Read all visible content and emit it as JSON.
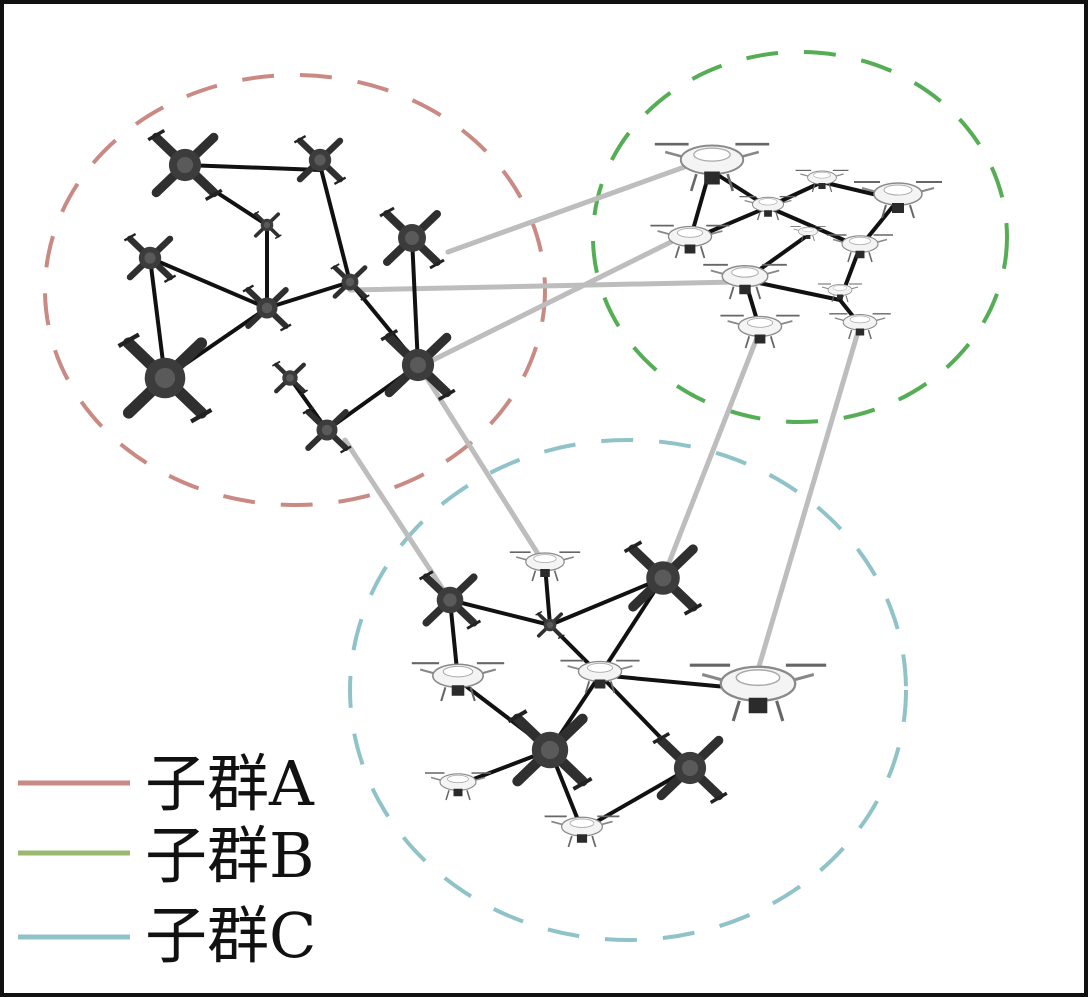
{
  "colors": {
    "subgroup_a": "#c98a84",
    "subgroup_b": "#55ad55",
    "subgroup_c": "#8fc3c8",
    "legend_b_line": "#9ab870",
    "intra_link": "#111111",
    "inter_link": "#bdbdbd",
    "frame": "#111111"
  },
  "legend": {
    "a": "子群A",
    "b": "子群B",
    "c": "子群C"
  },
  "icons": {
    "dark_drone": "dark-quadcopter-icon",
    "white_drone": "white-camera-drone-icon"
  }
}
